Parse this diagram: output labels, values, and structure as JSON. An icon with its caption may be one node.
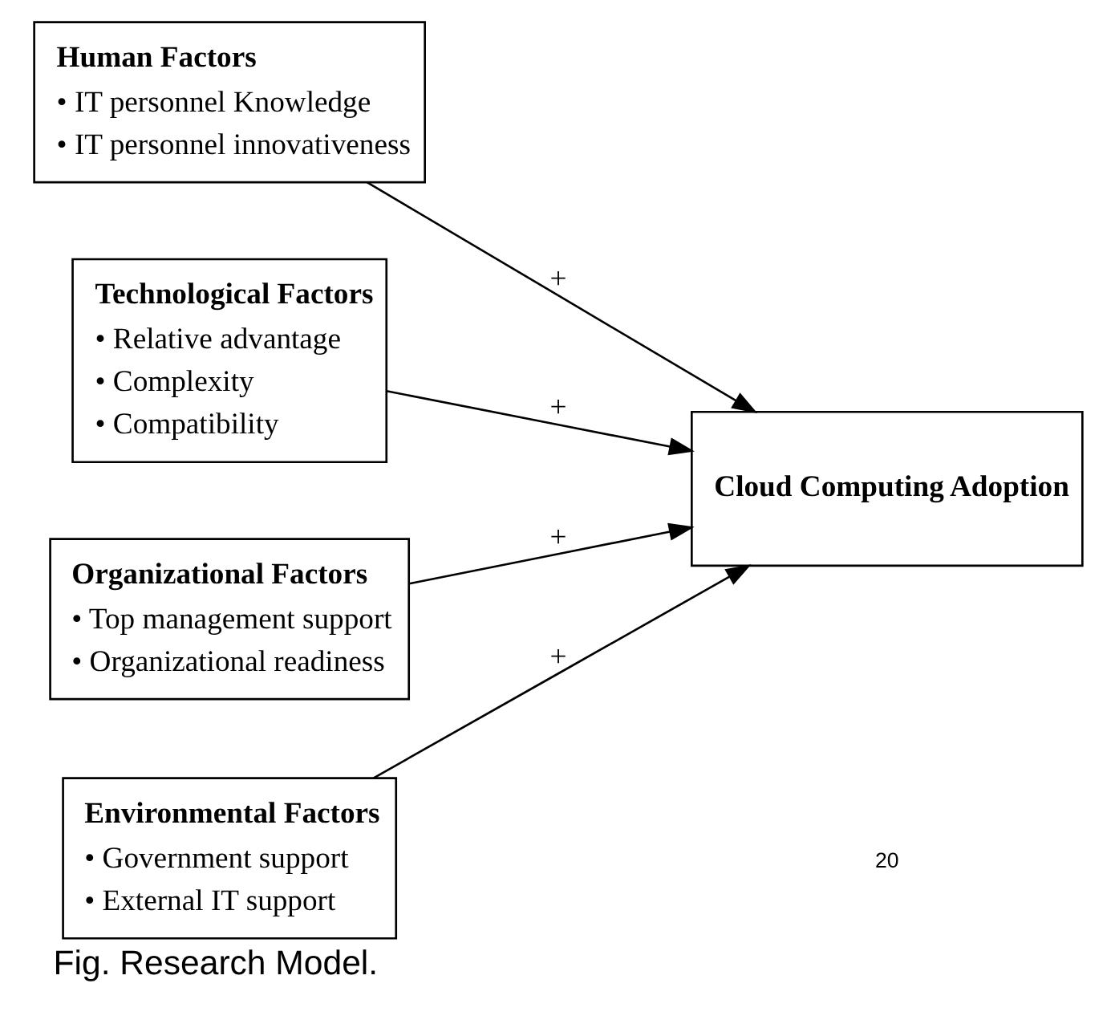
{
  "diagram": {
    "caption": "Fig. Research Model.",
    "nodes": [
      {
        "text": [
          "Human Factors",
          "• IT personnel Knowledge",
          "• IT personnel innovativeness"
        ]
      },
      {
        "text": [
          "Technological Factors",
          "• Relative advantage",
          "• Complexity",
          "• Compatibility"
        ]
      },
      {
        "text": [
          "Organizational Factors",
          "• Top management support",
          "• Organizational readiness"
        ]
      },
      {
        "text": [
          "Environmental Factors",
          "• Government support",
          "• External IT support"
        ]
      },
      {
        "text": [
          "Cloud Computing Adoption"
        ]
      }
    ],
    "edges": [
      {
        "from": 0,
        "to": 4,
        "arrow": "to",
        "label": "+"
      },
      {
        "from": 1,
        "to": 4,
        "arrow": "to",
        "label": "+"
      },
      {
        "from": 2,
        "to": 4,
        "arrow": "to",
        "label": "+"
      },
      {
        "from": 3,
        "to": 4,
        "arrow": "to",
        "label": "+"
      }
    ],
    "labels": [
      "20"
    ]
  }
}
